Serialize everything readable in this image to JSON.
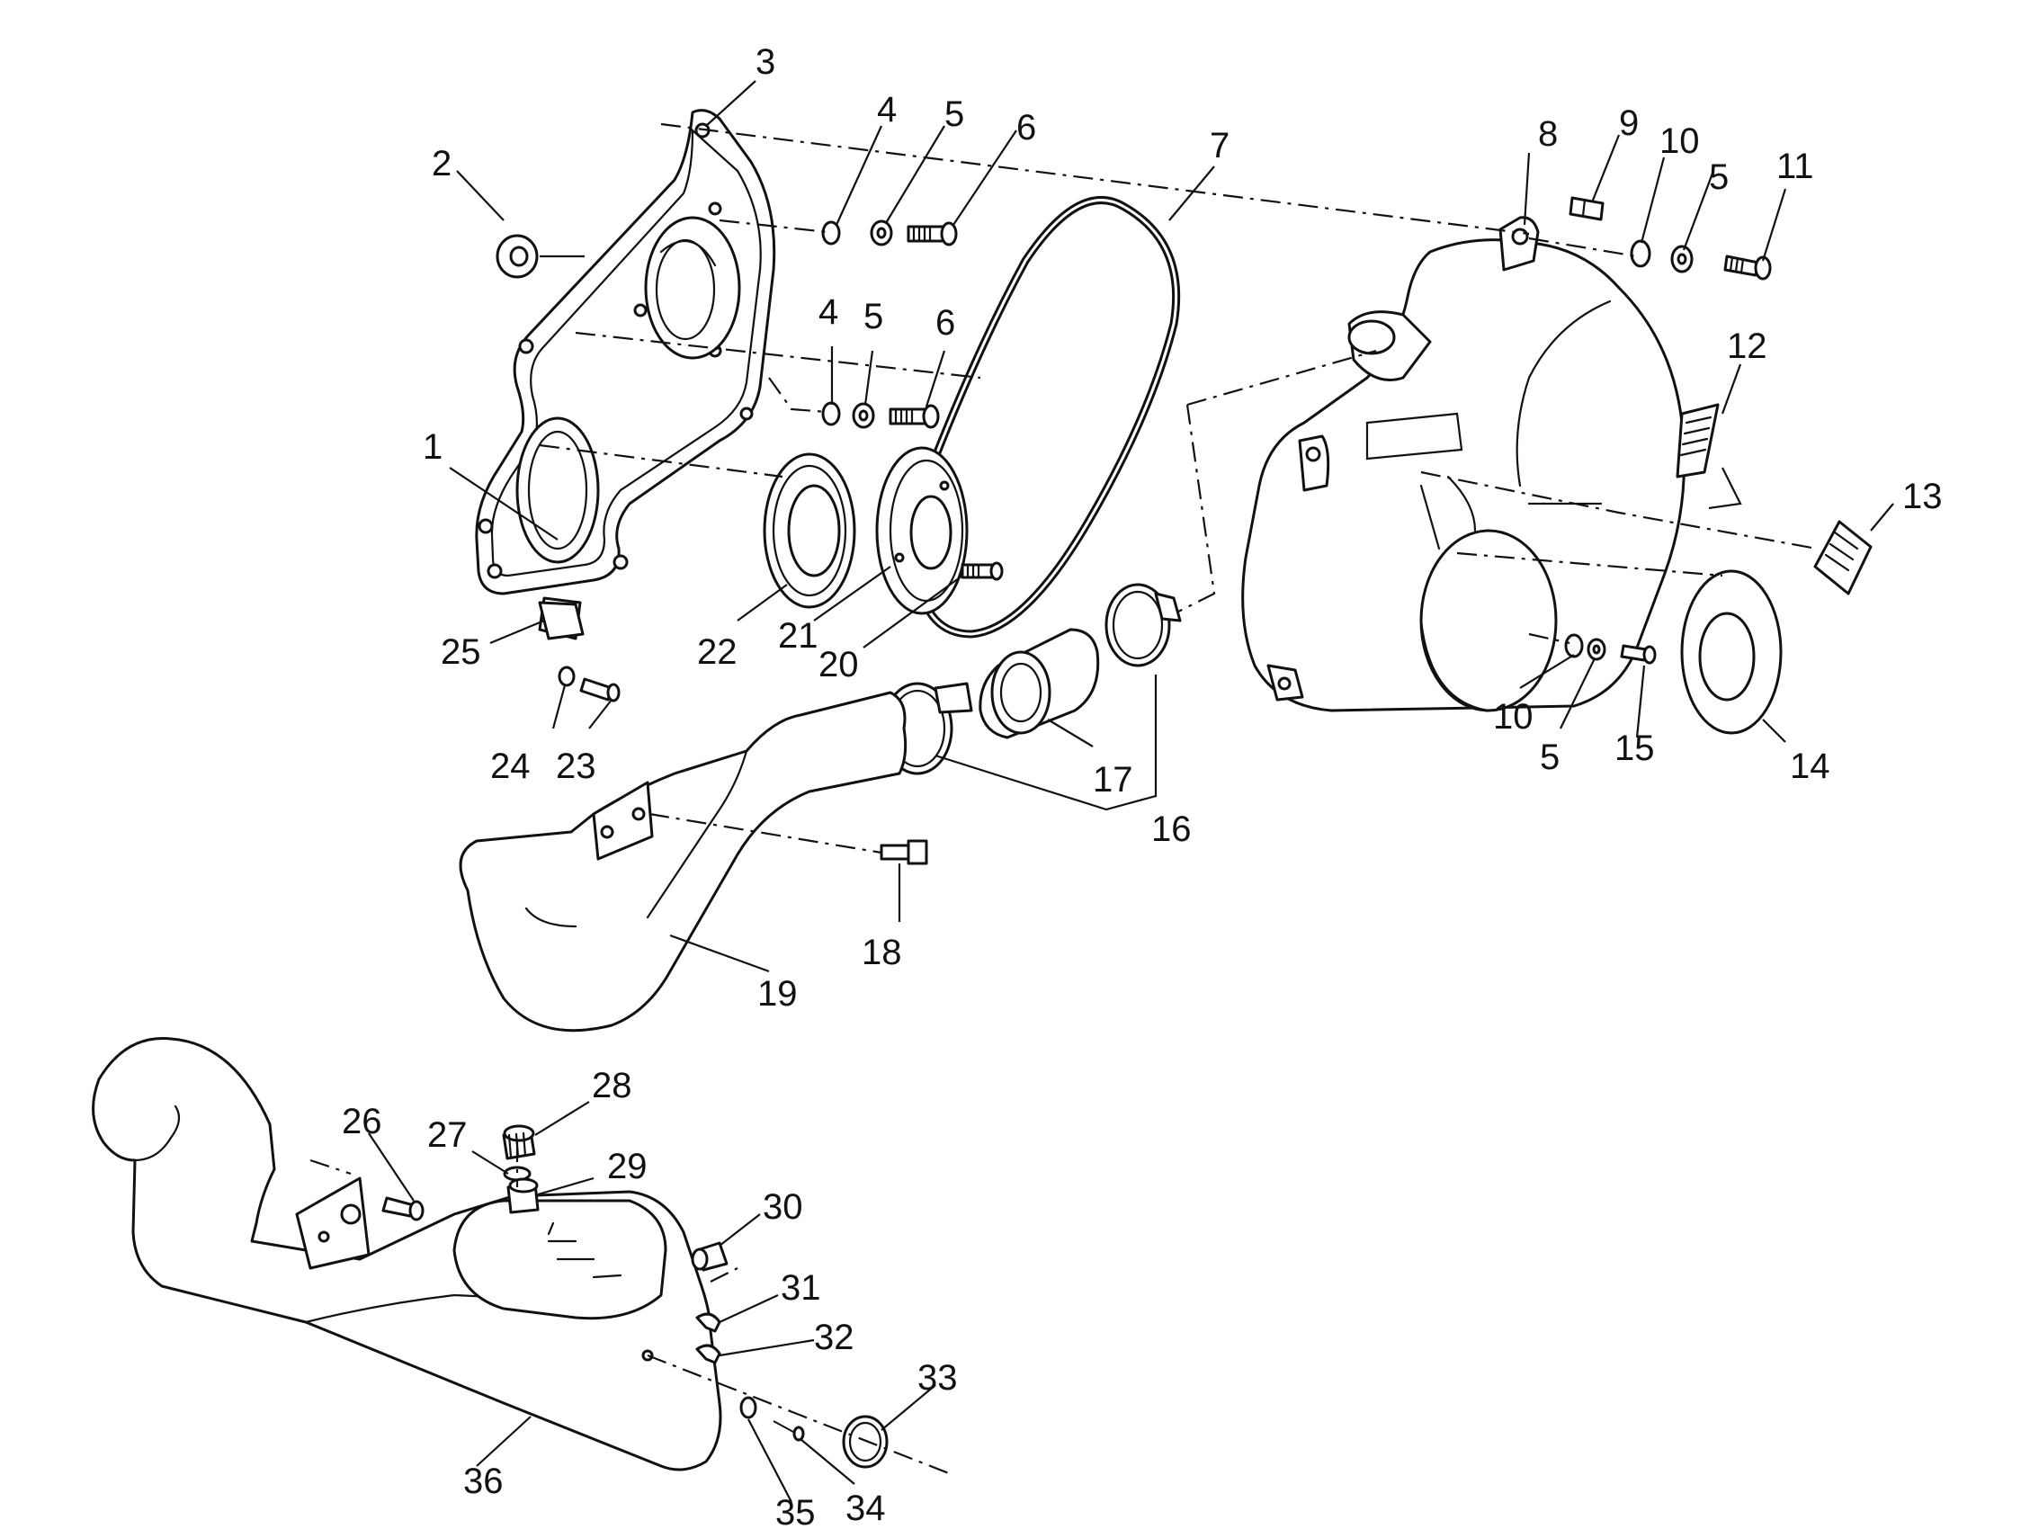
{
  "labels": {
    "c1": "1",
    "c2": "2",
    "c3": "3",
    "c4a": "4",
    "c5a": "5",
    "c6a": "6",
    "c7": "7",
    "c8": "8",
    "c9": "9",
    "c10a": "10",
    "c5b": "5",
    "c11": "11",
    "c4b": "4",
    "c5c": "5",
    "c6b": "6",
    "c12": "12",
    "c13": "13",
    "c25": "25",
    "c22": "22",
    "c21": "21",
    "c20": "20",
    "c10b": "10",
    "c5d": "5",
    "c15": "15",
    "c14": "14",
    "c24": "24",
    "c23": "23",
    "c17": "17",
    "c16": "16",
    "c18": "18",
    "c19": "19",
    "c28": "28",
    "c26": "26",
    "c27": "27",
    "c29": "29",
    "c30": "30",
    "c31": "31",
    "c32": "32",
    "c33": "33",
    "c36": "36",
    "c35": "35",
    "c34": "34"
  }
}
